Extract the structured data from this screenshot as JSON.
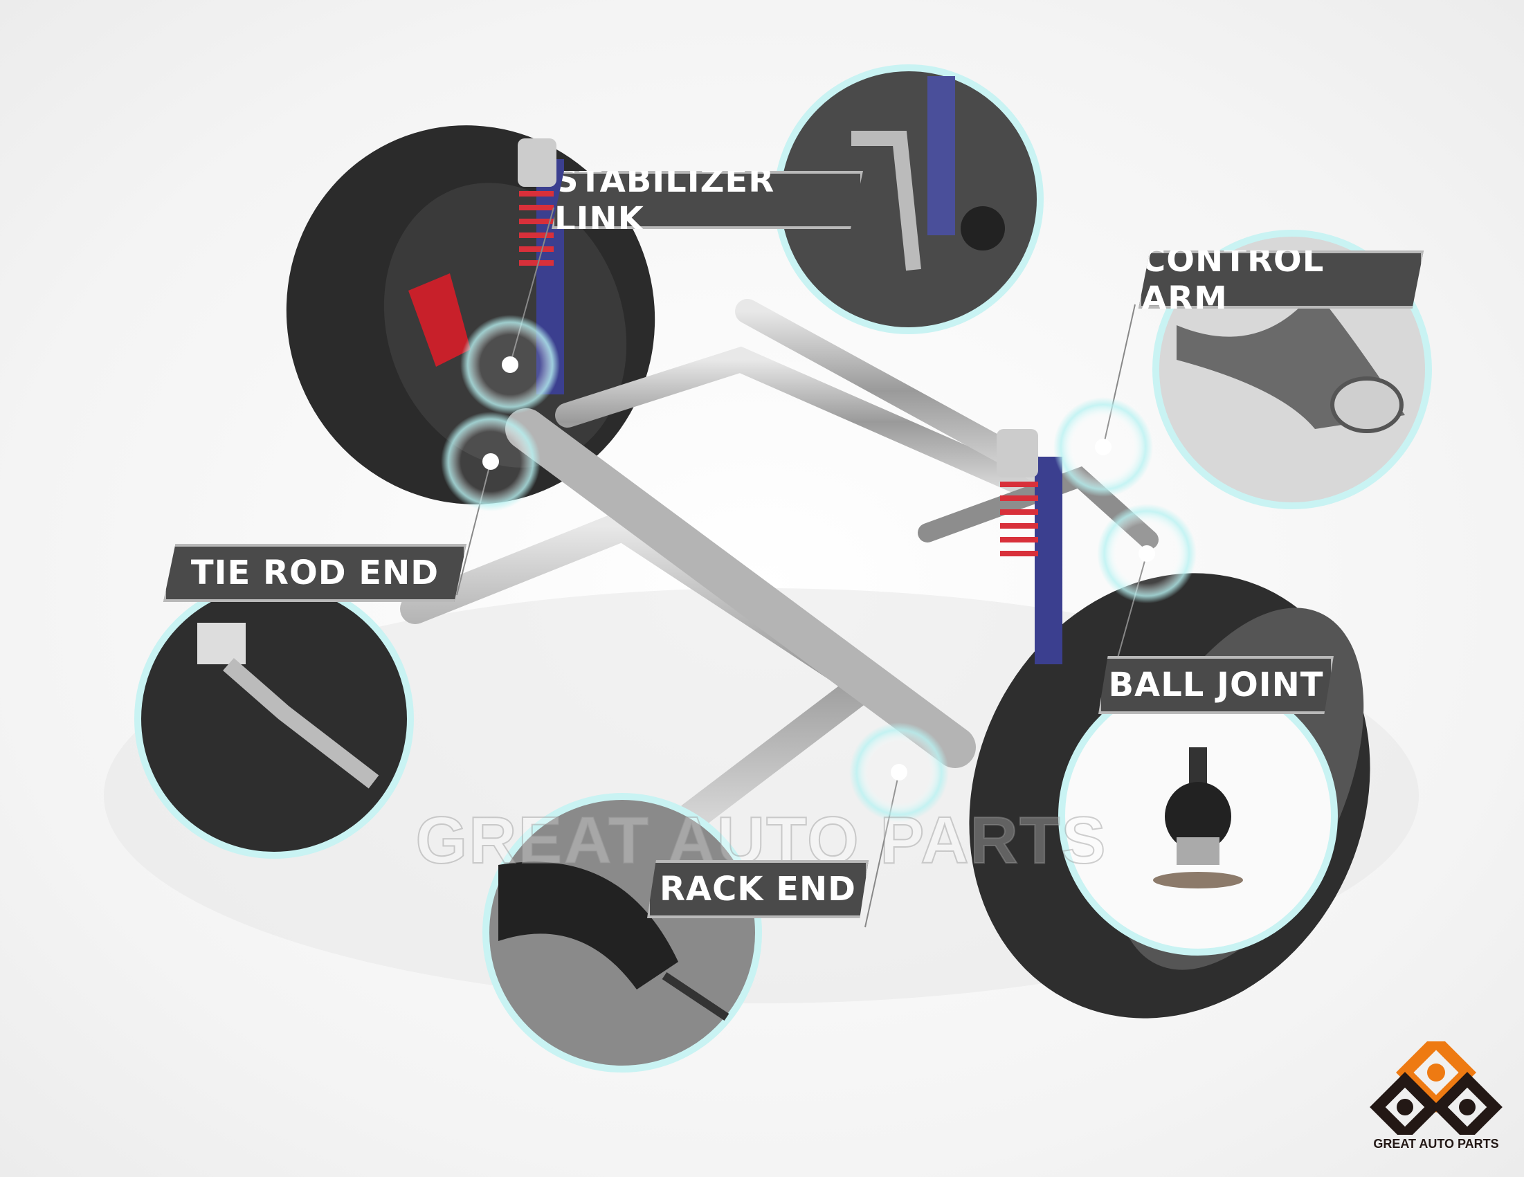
{
  "labels": {
    "stabilizer_link": "STABILIZER LINK",
    "control_arm": "CONTROL ARM",
    "tie_rod_end": "TIE ROD END",
    "ball_joint": "BALL JOINT",
    "rack_end": "RACK END"
  },
  "watermark": "GREAT AUTO PARTS",
  "logo": {
    "text": "GREAT AUTO PARTS",
    "accent_color": "#ee7a12",
    "dark_color": "#231815"
  },
  "colors": {
    "label_bg": "#4a4a4a",
    "label_border": "#b9b9b9",
    "ring": "#c9f3f3",
    "caliper": "#c8202a",
    "spring": "#d8303a",
    "damper": "#3b3f8f"
  }
}
